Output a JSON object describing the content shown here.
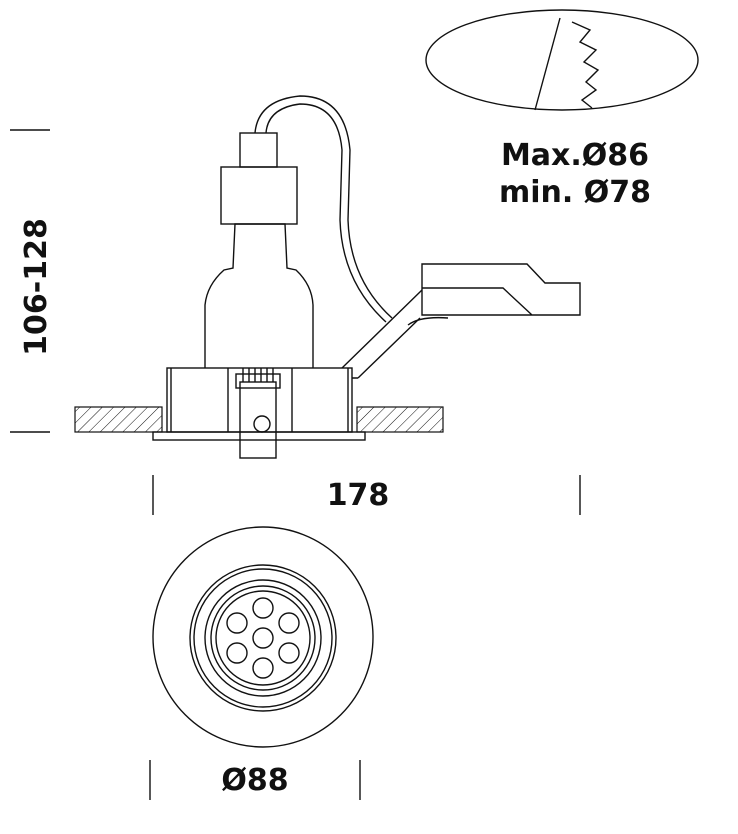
{
  "labels": {
    "cutout_max": "Max.Ø86",
    "cutout_min": "min. Ø78",
    "height_range": "106-128",
    "width": "178",
    "diameter": "Ø88"
  },
  "colors": {
    "line": "#111111",
    "background": "#ffffff"
  }
}
